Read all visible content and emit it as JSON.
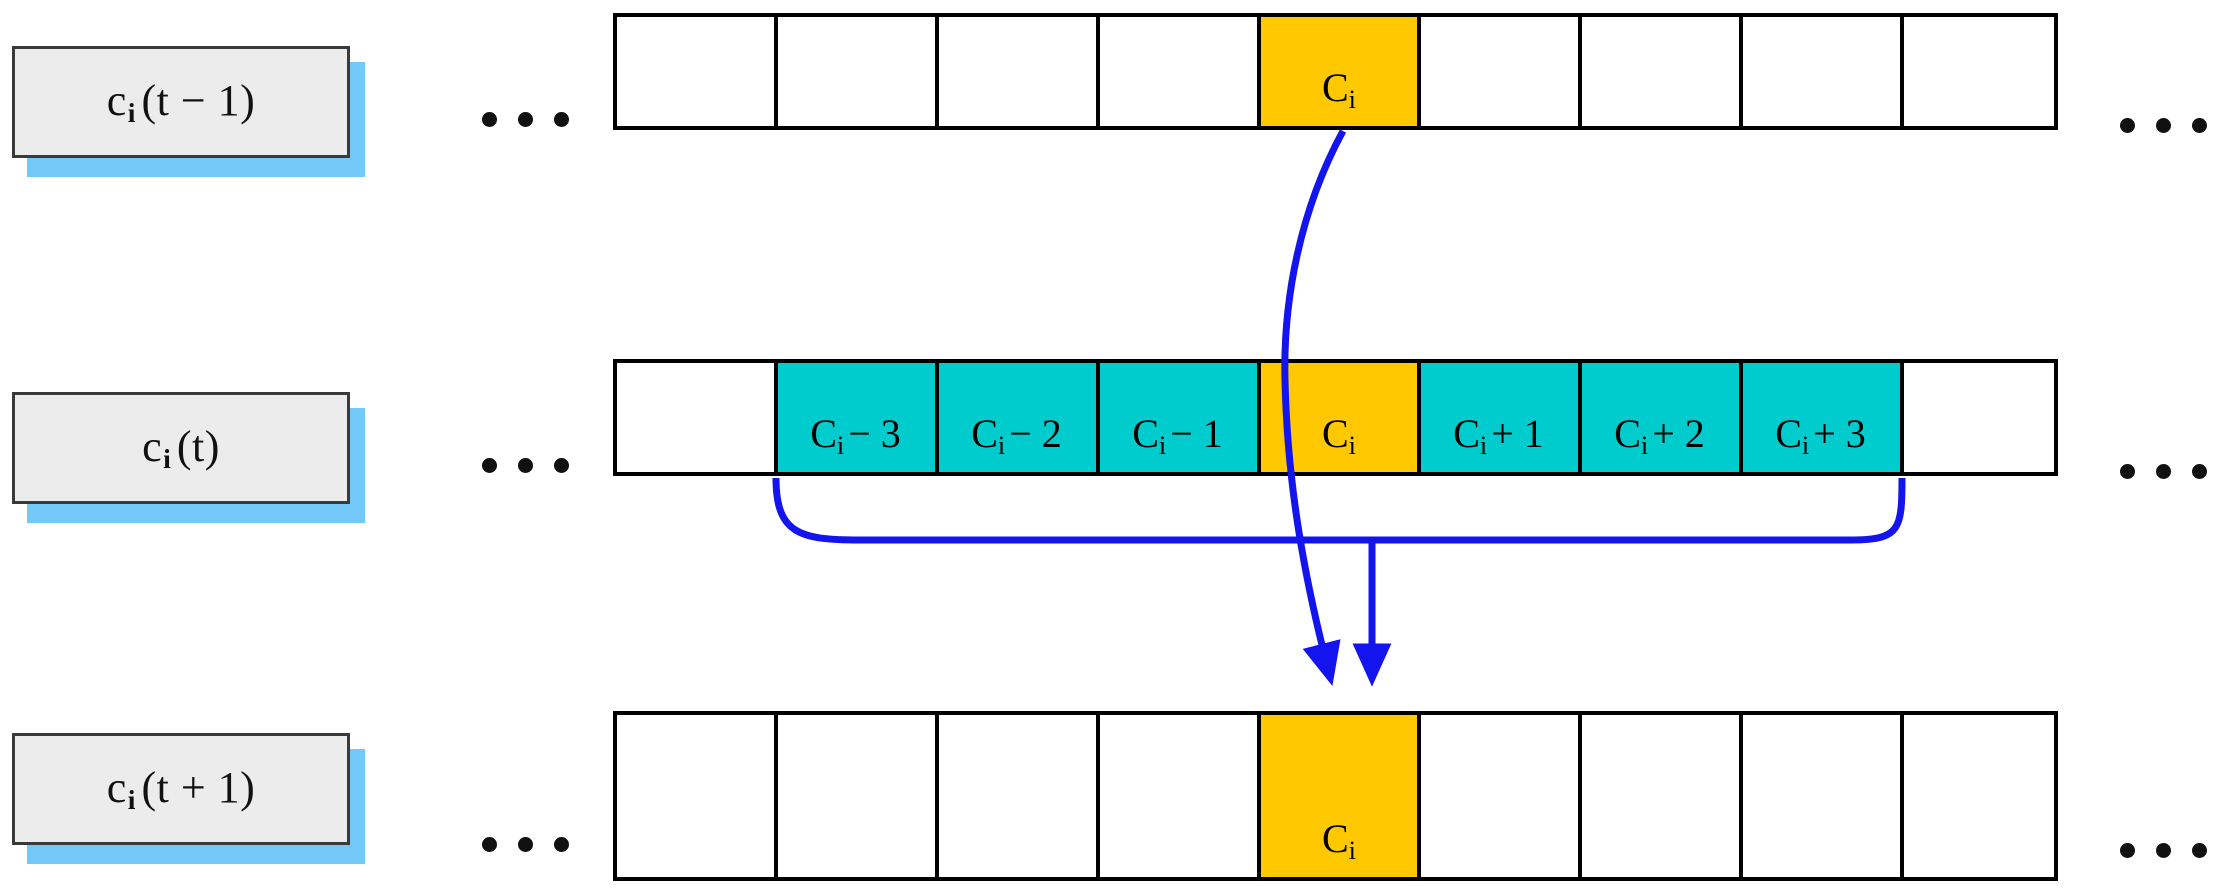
{
  "figure": {
    "title_visible": false,
    "background_color": "#ffffff",
    "accent_colors": {
      "highlight_cell": "#ffc800",
      "neighborhood_cell": "#00cbcd",
      "empty_cell": "#ffffff",
      "arrow": "#1414ee",
      "label_fill": "#ececec",
      "label_border": "#3a3a3a",
      "label_shadow": "#72c8f7",
      "grid_border": "#000000"
    }
  },
  "rows": [
    {
      "id": "row-previous",
      "label": {
        "base": "c",
        "sub": "i",
        "arg": "(t − 1)"
      },
      "left_ellipsis": "•••",
      "right_ellipsis": "•••",
      "cells": [
        {
          "text": "",
          "fill": "empty"
        },
        {
          "text": "",
          "fill": "empty"
        },
        {
          "text": "",
          "fill": "empty"
        },
        {
          "text": "",
          "fill": "empty"
        },
        {
          "text": "C",
          "sub": "i",
          "op": "",
          "fill": "yellow"
        },
        {
          "text": "",
          "fill": "empty"
        },
        {
          "text": "",
          "fill": "empty"
        },
        {
          "text": "",
          "fill": "empty"
        },
        {
          "text": "",
          "fill": "empty"
        }
      ]
    },
    {
      "id": "row-current",
      "label": {
        "base": "c",
        "sub": "i",
        "arg": "(t)"
      },
      "left_ellipsis": "•••",
      "right_ellipsis": "•••",
      "cells": [
        {
          "text": "",
          "fill": "empty"
        },
        {
          "text": "C",
          "sub": "i",
          "op": "− 3",
          "fill": "teal"
        },
        {
          "text": "C",
          "sub": "i",
          "op": "− 2",
          "fill": "teal"
        },
        {
          "text": "C",
          "sub": "i",
          "op": "− 1",
          "fill": "teal"
        },
        {
          "text": "C",
          "sub": "i",
          "op": "",
          "fill": "yellow"
        },
        {
          "text": "C",
          "sub": "i",
          "op": "+ 1",
          "fill": "teal"
        },
        {
          "text": "C",
          "sub": "i",
          "op": "+ 2",
          "fill": "teal"
        },
        {
          "text": "C",
          "sub": "i",
          "op": "+ 3",
          "fill": "teal"
        },
        {
          "text": "",
          "fill": "empty"
        }
      ]
    },
    {
      "id": "row-next",
      "label": {
        "base": "c",
        "sub": "i",
        "arg": "(t + 1)"
      },
      "left_ellipsis": "•••",
      "right_ellipsis": "•••",
      "cells": [
        {
          "text": "",
          "fill": "empty"
        },
        {
          "text": "",
          "fill": "empty"
        },
        {
          "text": "",
          "fill": "empty"
        },
        {
          "text": "",
          "fill": "empty"
        },
        {
          "text": "C",
          "sub": "i",
          "op": "",
          "fill": "yellow"
        },
        {
          "text": "",
          "fill": "empty"
        },
        {
          "text": "",
          "fill": "empty"
        },
        {
          "text": "",
          "fill": "empty"
        },
        {
          "text": "",
          "fill": "empty"
        }
      ]
    }
  ],
  "connectors": [
    {
      "id": "state-carry-arrow",
      "from": "row-previous.cell-5",
      "to": "row-next.cell-5",
      "style": "curved-arrow",
      "color": "#1414ee"
    },
    {
      "id": "neighborhood-bracket-arrow",
      "from": "row-current.cells-2-to-8",
      "to": "row-next.cell-5",
      "style": "bracket-arrow",
      "color": "#1414ee"
    }
  ]
}
